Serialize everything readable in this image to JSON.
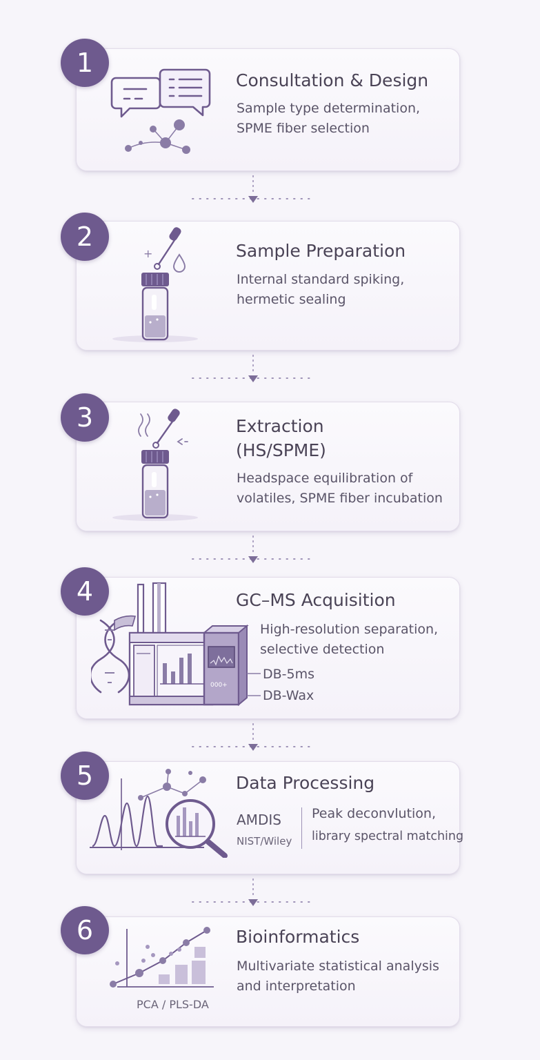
{
  "steps": [
    {
      "number": "1",
      "title_lines": [
        "Consultation & Design"
      ],
      "desc_lines": [
        "Sample type determination,",
        "SPME fiber selection"
      ]
    },
    {
      "number": "2",
      "title_lines": [
        "Sample Preparation"
      ],
      "desc_lines": [
        "Internal standard spiking,",
        "hermetic sealing"
      ]
    },
    {
      "number": "3",
      "title_lines": [
        "Extraction",
        "(HS/SPME)"
      ],
      "desc_lines": [
        "Headspace equilibration of",
        "volatiles, SPME fiber incubation"
      ]
    },
    {
      "number": "4",
      "title_lines": [
        "GC–MS Acquisition"
      ],
      "desc_lines": [
        "High-resolution separation,",
        "selective detection"
      ],
      "column_labels": [
        "DB-5ms",
        "DB-Wax"
      ],
      "instrument_display": "000+"
    },
    {
      "number": "5",
      "title_lines": [
        "Data Processing"
      ],
      "tools": [
        "AMDIS",
        "NIST/Wiley"
      ],
      "desc_lines": [
        "Peak deconvlution,",
        "library spectral matching"
      ]
    },
    {
      "number": "6",
      "title_lines": [
        "Bioinformatics"
      ],
      "desc_lines": [
        "Multivariate statistical analysis",
        "and interpretation"
      ],
      "chart_caption": "PCA / PLS-DA"
    }
  ],
  "colors": {
    "accent": "#6e5a8e",
    "background": "#f7f5fa",
    "card": "#f8f6fb",
    "line": "#8a7ca6"
  }
}
